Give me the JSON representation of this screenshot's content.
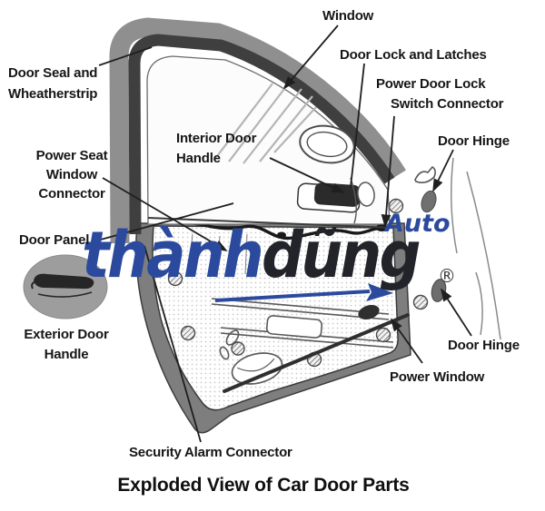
{
  "page": {
    "background": "#ffffff"
  },
  "title": "Exploded View of Car Door Parts",
  "watermark": {
    "brand_part1": "thành",
    "brand_part2": "dũng",
    "brand_suffix": "Auto",
    "registered_mark": "®",
    "brand_blue": "#2b4a9e",
    "brand_dark": "#22242a"
  },
  "labels": {
    "window": {
      "text": "Window"
    },
    "door_lock_and_latches": {
      "text": "Door Lock and Latches"
    },
    "power_door_lock_switch_connector": {
      "line1": "Power Door Lock",
      "line2": "Switch Connector"
    },
    "door_seal_and_weatherstrip": {
      "line1": "Door Seal and",
      "line2": "Wheatherstrip"
    },
    "interior_door_handle": {
      "line1": "Interior Door",
      "line2": "Handle"
    },
    "door_hinge_top": {
      "text": "Door Hinge"
    },
    "power_seat_window_connector": {
      "line1": "Power Seat",
      "line2": "Window",
      "line3": "Connector"
    },
    "door_panel": {
      "text": "Door Panel"
    },
    "exterior_door_handle": {
      "line1": "Exterior Door",
      "line2": "Handle"
    },
    "door_hinge_bottom": {
      "text": "Door Hinge"
    },
    "power_window": {
      "text": "Power Window"
    },
    "security_alarm_connector": {
      "text": "Security Alarm Connector"
    }
  }
}
